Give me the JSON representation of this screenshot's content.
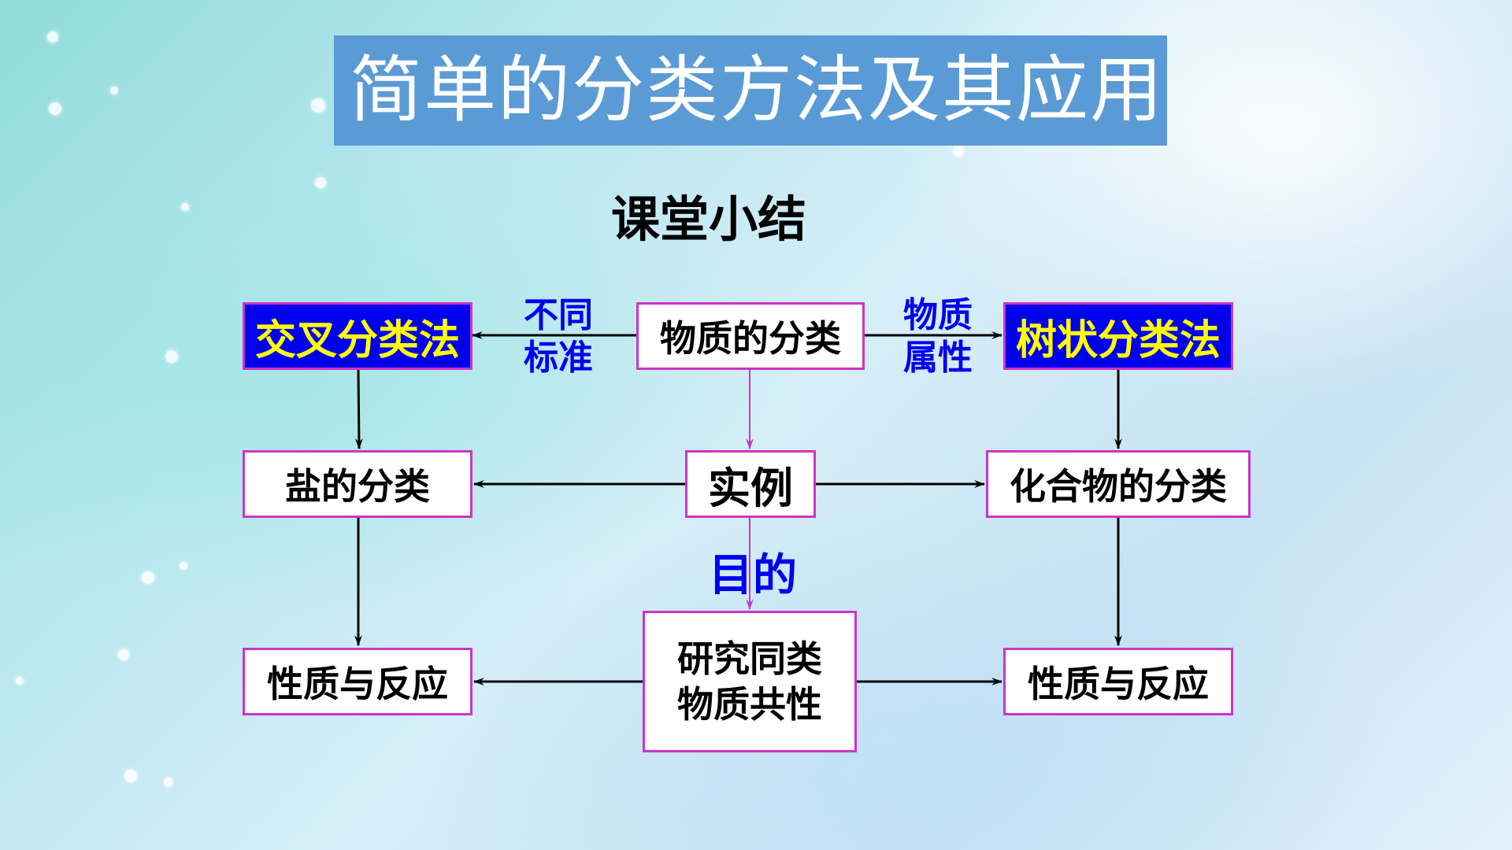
{
  "slide": {
    "title": "简单的分类方法及其应用",
    "subtitle": "课堂小结"
  },
  "nodes": {
    "classification": "物质的分类",
    "cross_method": "交叉分类法",
    "tree_method": "树状分类法",
    "salt_classification": "盐的分类",
    "example": "实例",
    "compound_classification": "化合物的分类",
    "properties_left": "性质与反应",
    "research_line1": "研究同类",
    "research_line2": "物质共性",
    "properties_right": "性质与反应"
  },
  "labels": {
    "left_line1": "不同",
    "left_line2": "标准",
    "right_line1": "物质",
    "right_line2": "属性",
    "goal": "目的"
  },
  "colors": {
    "title_bg": "#5b9bd5",
    "method_bg": "#0000ee",
    "method_text": "#ffff00",
    "box_border": "#cc33cc",
    "label_text": "#0000ee"
  }
}
